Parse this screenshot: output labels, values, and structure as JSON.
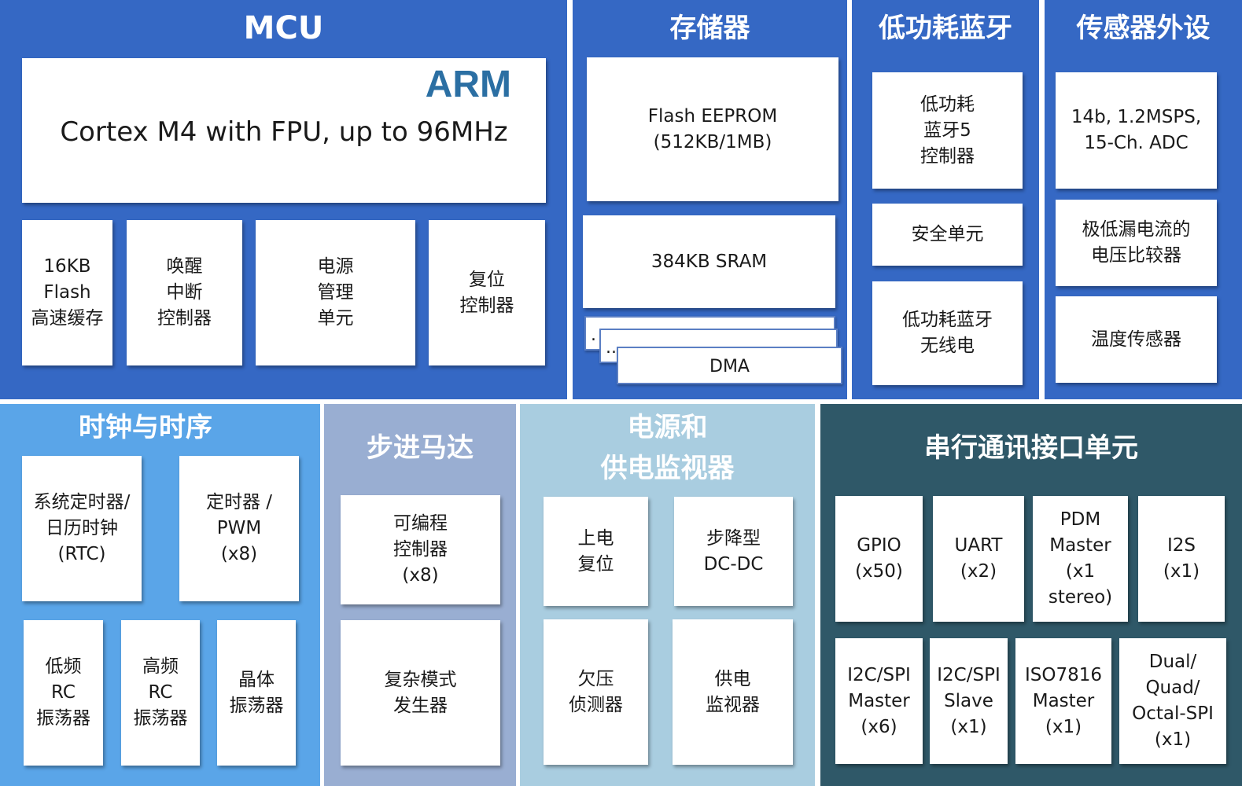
{
  "colors": {
    "mcu_blue": "#3568c4",
    "clock_blue": "#5aa5e8",
    "stepper_gray": "#99aed2",
    "power_light": "#a9cde0",
    "serial_teal": "#2f5868",
    "arm_logo": "#2b6fa3"
  },
  "mcu": {
    "title": "MCU",
    "arm_logo": "ARM",
    "core": "Cortex M4 with FPU, up to 96MHz",
    "boxes": [
      "16KB\nFlash\n高速缓存",
      "唤醒\n中断\n控制器",
      "电源\n管理\n单元",
      "复位\n控制器"
    ]
  },
  "memory": {
    "title": "存储器",
    "flash": "Flash EEPROM\n(512KB/1MB)",
    "sram": "384KB SRAM",
    "dma_stack": [
      ".",
      "..",
      "DMA"
    ]
  },
  "ble": {
    "title": "低功耗蓝牙",
    "boxes": [
      "低功耗\n蓝牙5\n控制器",
      "安全单元",
      "低功耗蓝牙\n无线电"
    ]
  },
  "sensors": {
    "title": "传感器外设",
    "boxes": [
      "14b, 1.2MSPS,\n15-Ch. ADC",
      "极低漏电流的\n电压比较器",
      "温度传感器"
    ]
  },
  "clock": {
    "title": "时钟与时序",
    "boxes": [
      "系统定时器/\n日历时钟\n(RTC)",
      "定时器 /\nPWM\n(x8)",
      "低频\nRC\n振荡器",
      "高频\nRC\n振荡器",
      "晶体\n振荡器"
    ]
  },
  "stepper": {
    "title": "步进马达",
    "boxes": [
      "可编程\n控制器\n(x8)",
      "复杂模式\n发生器"
    ]
  },
  "power": {
    "title": "电源和\n供电监视器",
    "boxes": [
      "上电\n复位",
      "步降型\nDC-DC",
      "欠压\n侦测器",
      "供电\n监视器"
    ]
  },
  "serial": {
    "title": "串行通讯接口单元",
    "boxes": [
      "GPIO\n(x50)",
      "UART\n(x2)",
      "PDM\nMaster\n(x1\nstereo)",
      "I2S\n(x1)",
      "I2C/SPI\nMaster\n(x6)",
      "I2C/SPI\nSlave\n(x1)",
      "ISO7816\nMaster\n(x1)",
      "Dual/\nQuad/\nOctal-SPI\n(x1)"
    ]
  }
}
